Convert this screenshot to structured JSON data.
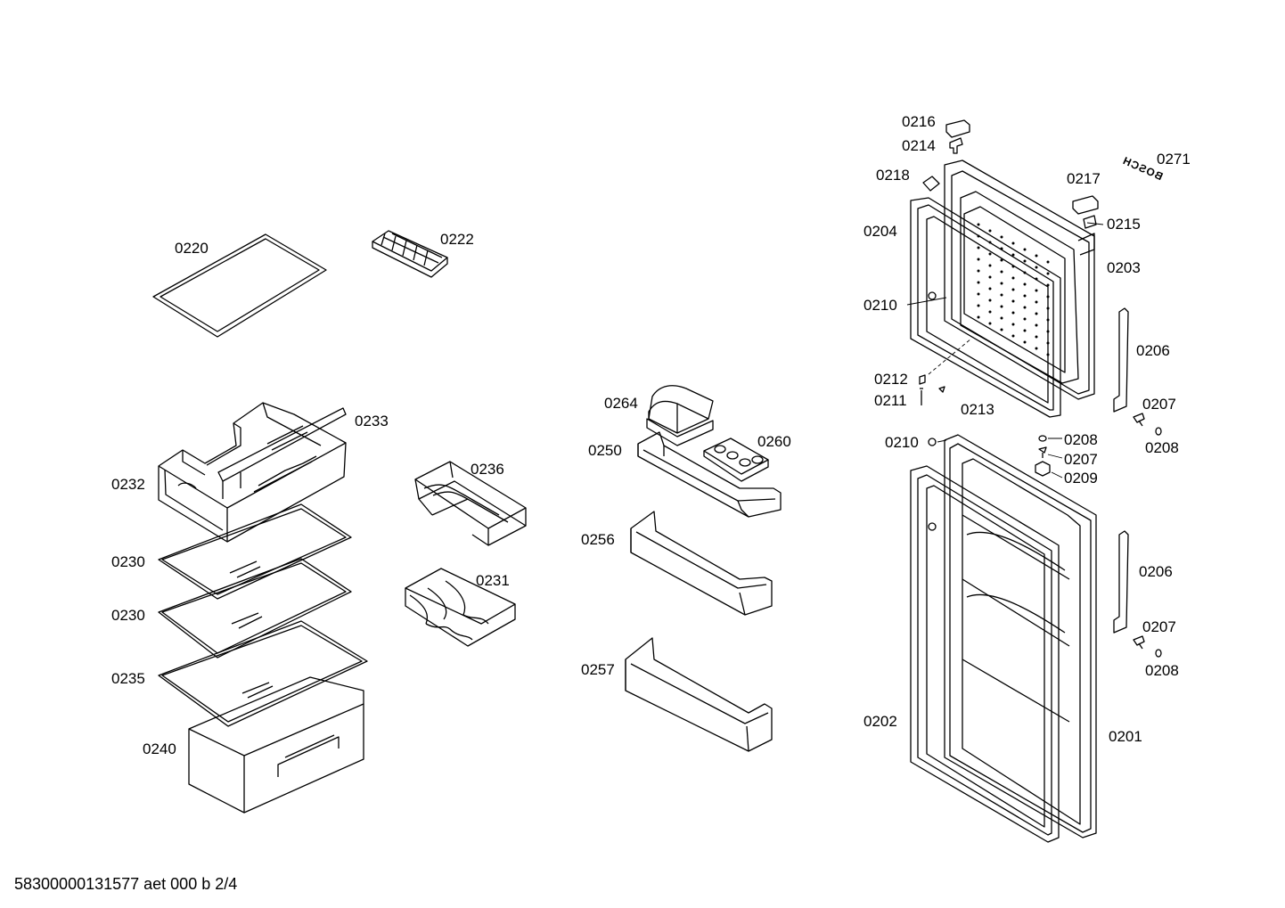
{
  "brand": "BOSCH",
  "footer": "58300000131577 aet 000 b 2/4",
  "labels": {
    "p0220": "0220",
    "p0222": "0222",
    "p0233": "0233",
    "p0232": "0232",
    "p0236": "0236",
    "p0230a": "0230",
    "p0231": "0231",
    "p0230b": "0230",
    "p0235": "0235",
    "p0240": "0240",
    "p0264": "0264",
    "p0250": "0250",
    "p0260": "0260",
    "p0256": "0256",
    "p0257": "0257",
    "p0216": "0216",
    "p0214": "0214",
    "p0218": "0218",
    "p0217": "0217",
    "p0271": "0271",
    "p0215": "0215",
    "p0204": "0204",
    "p0203": "0203",
    "p0210a": "0210",
    "p0206a": "0206",
    "p0212": "0212",
    "p0211": "0211",
    "p0213": "0213",
    "p0207a": "0207",
    "p0208a": "0208",
    "p0210b": "0210",
    "p0208b": "0208",
    "p0207b": "0207",
    "p0209": "0209",
    "p0206b": "0206",
    "p0207c": "0207",
    "p0208c": "0208",
    "p0202": "0202",
    "p0201": "0201"
  }
}
